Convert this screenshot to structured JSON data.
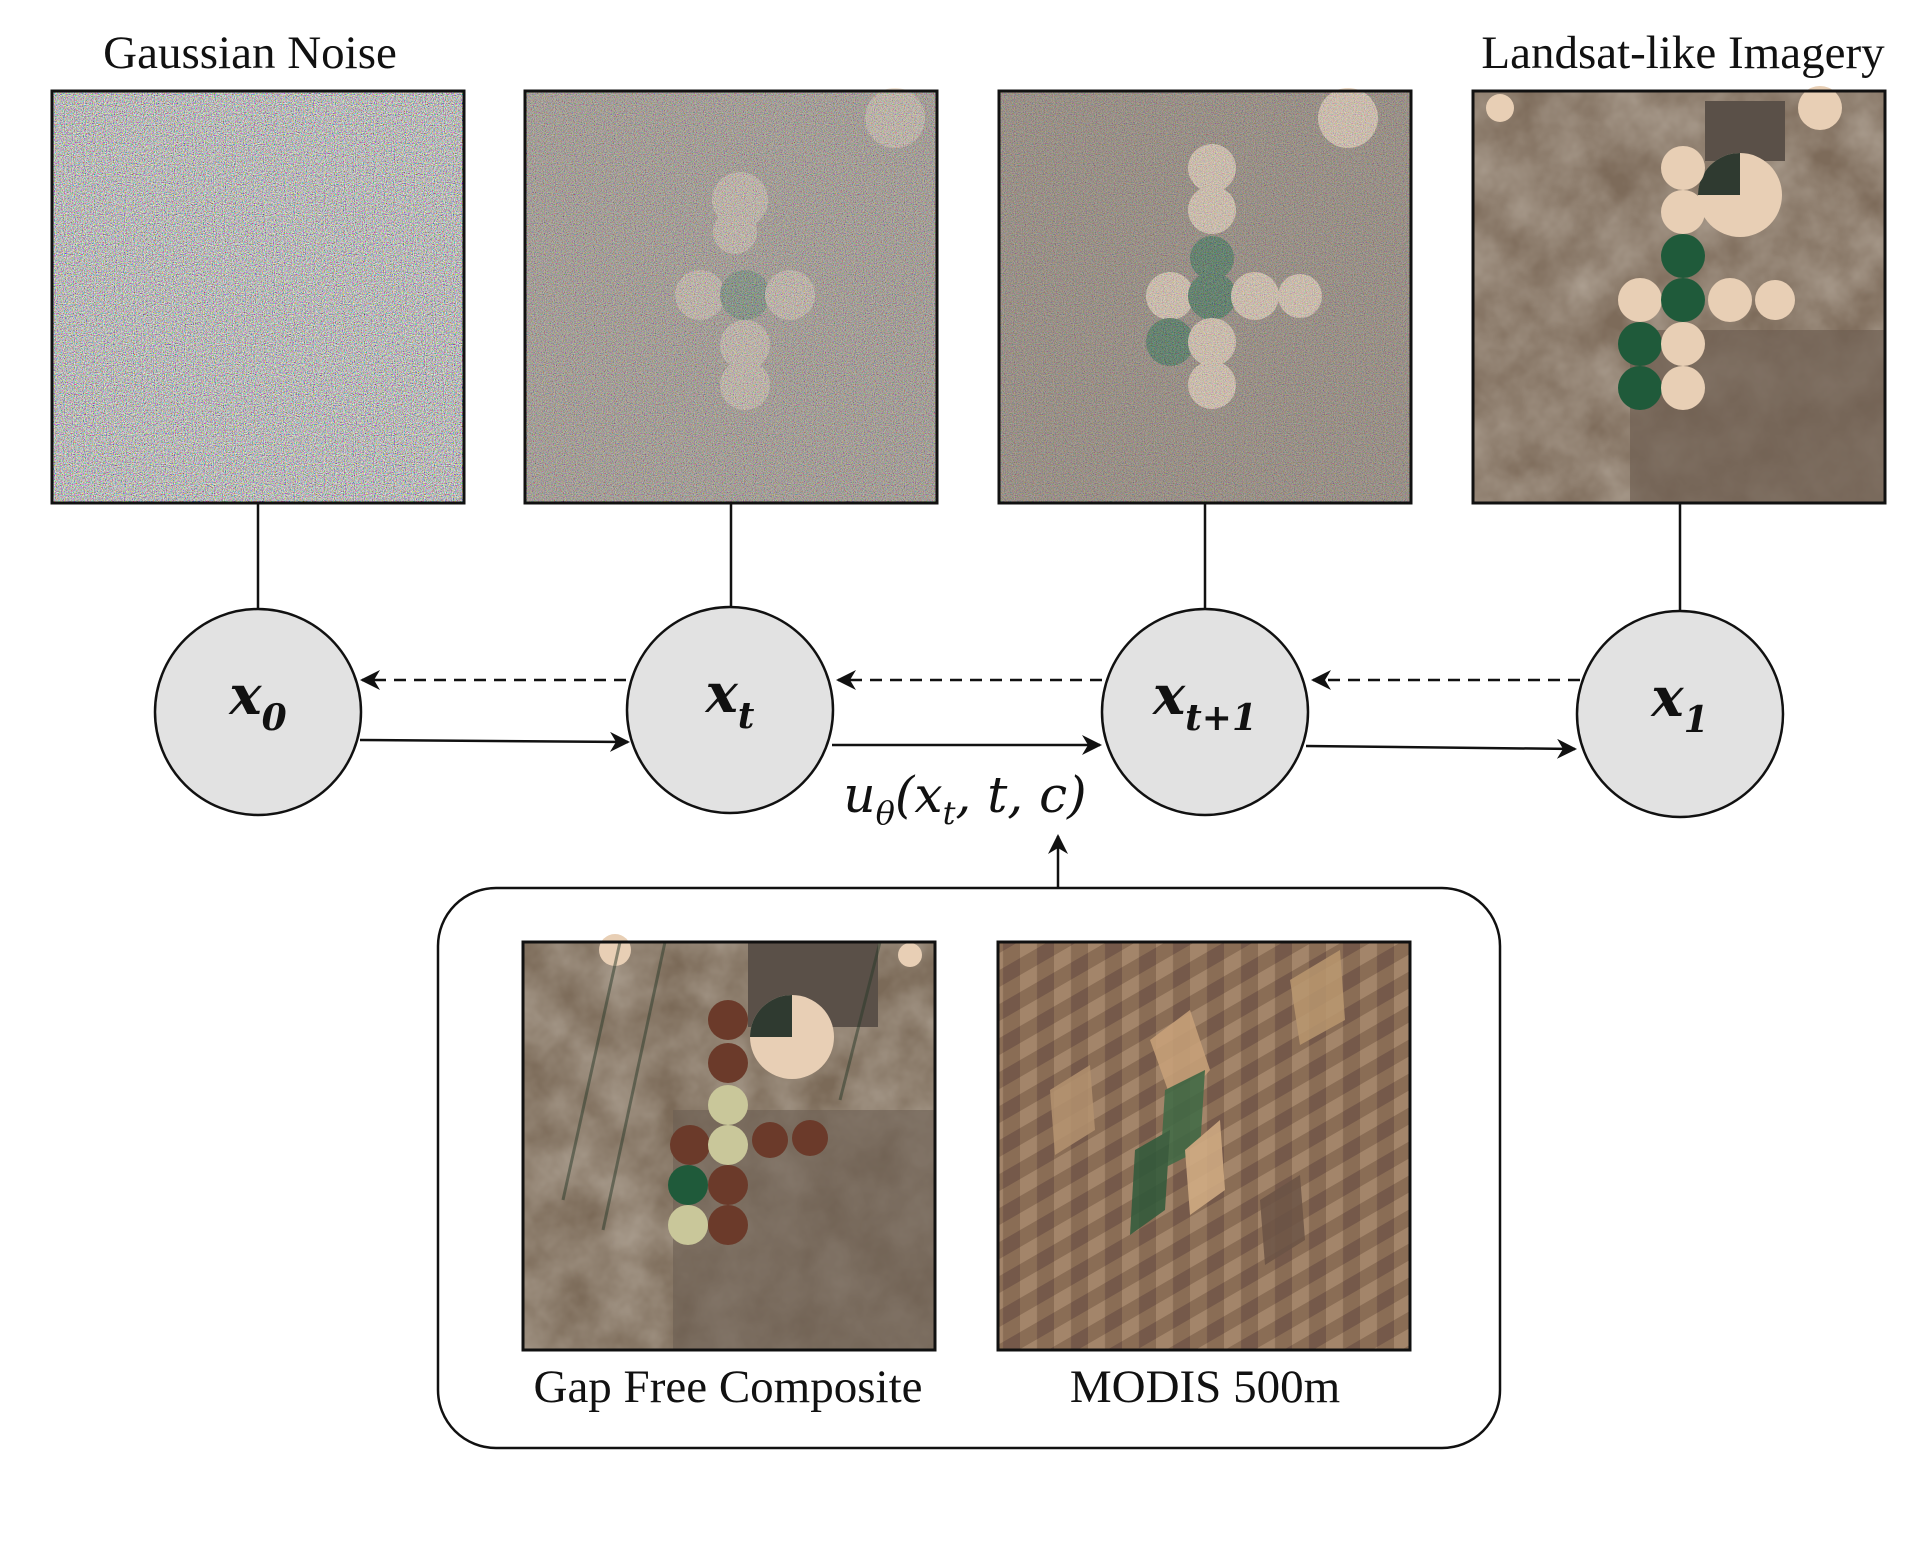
{
  "captions": {
    "gaussian_noise": "Gaussian Noise",
    "landsat_like": "Landsat-like Imagery",
    "gap_free": "Gap Free Composite",
    "modis": "MODIS 500m"
  },
  "nodes": {
    "x0": {
      "base": "x",
      "sub": "0"
    },
    "xt": {
      "base": "x",
      "sub": "t"
    },
    "xt1": {
      "base": "x",
      "sub": "t+1"
    },
    "x1": {
      "base": "x",
      "sub": "1"
    }
  },
  "velocity_label": {
    "base": "u",
    "sub": "θ",
    "args": "(x",
    "args_sub": "t",
    "args_rest": ", t, c)"
  },
  "colors": {
    "node_fill": "#e2e2e2",
    "stroke": "#111111",
    "soil": "#8a7560",
    "field_green": "#1f5a3a",
    "field_tan": "#e8cfb5",
    "field_brown": "#6b3a2a"
  }
}
